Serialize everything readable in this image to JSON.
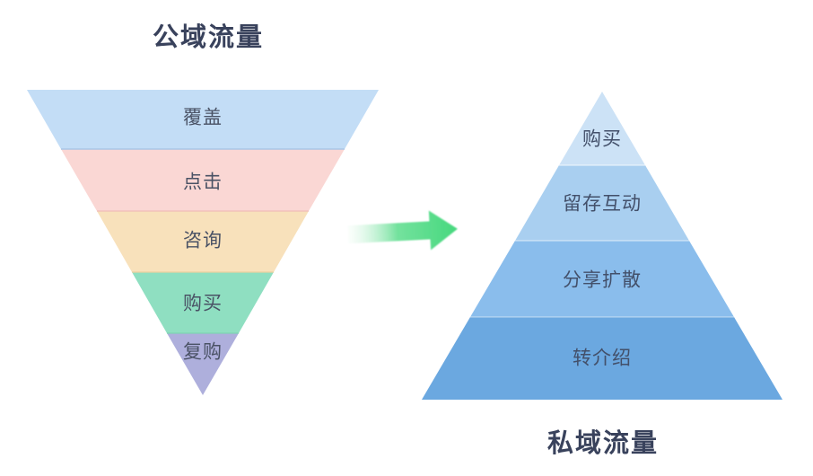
{
  "canvas": {
    "background": "#ffffff"
  },
  "public_funnel": {
    "title": "公域流量",
    "title_color": "#39425c",
    "label_color": "#4a5265",
    "layers": [
      {
        "label": "覆盖",
        "color": "#c3ddf6"
      },
      {
        "label": "点击",
        "color": "#fad7d4"
      },
      {
        "label": "咨询",
        "color": "#f8e1bb"
      },
      {
        "label": "购买",
        "color": "#8fdfc1"
      },
      {
        "label": "复购",
        "color": "#aeafdc"
      }
    ]
  },
  "flow_arrow": {
    "gradient_start": "#eefaf2",
    "gradient_end": "#45d87d"
  },
  "private_pyramid": {
    "title": "私域流量",
    "title_color": "#39425c",
    "label_color": "#43506a",
    "layers": [
      {
        "label": "购买",
        "color": "#cce2f6"
      },
      {
        "label": "留存互动",
        "color": "#a9cff0"
      },
      {
        "label": "分享扩散",
        "color": "#8abdec"
      },
      {
        "label": "转介绍",
        "color": "#6ba8e0"
      }
    ]
  }
}
